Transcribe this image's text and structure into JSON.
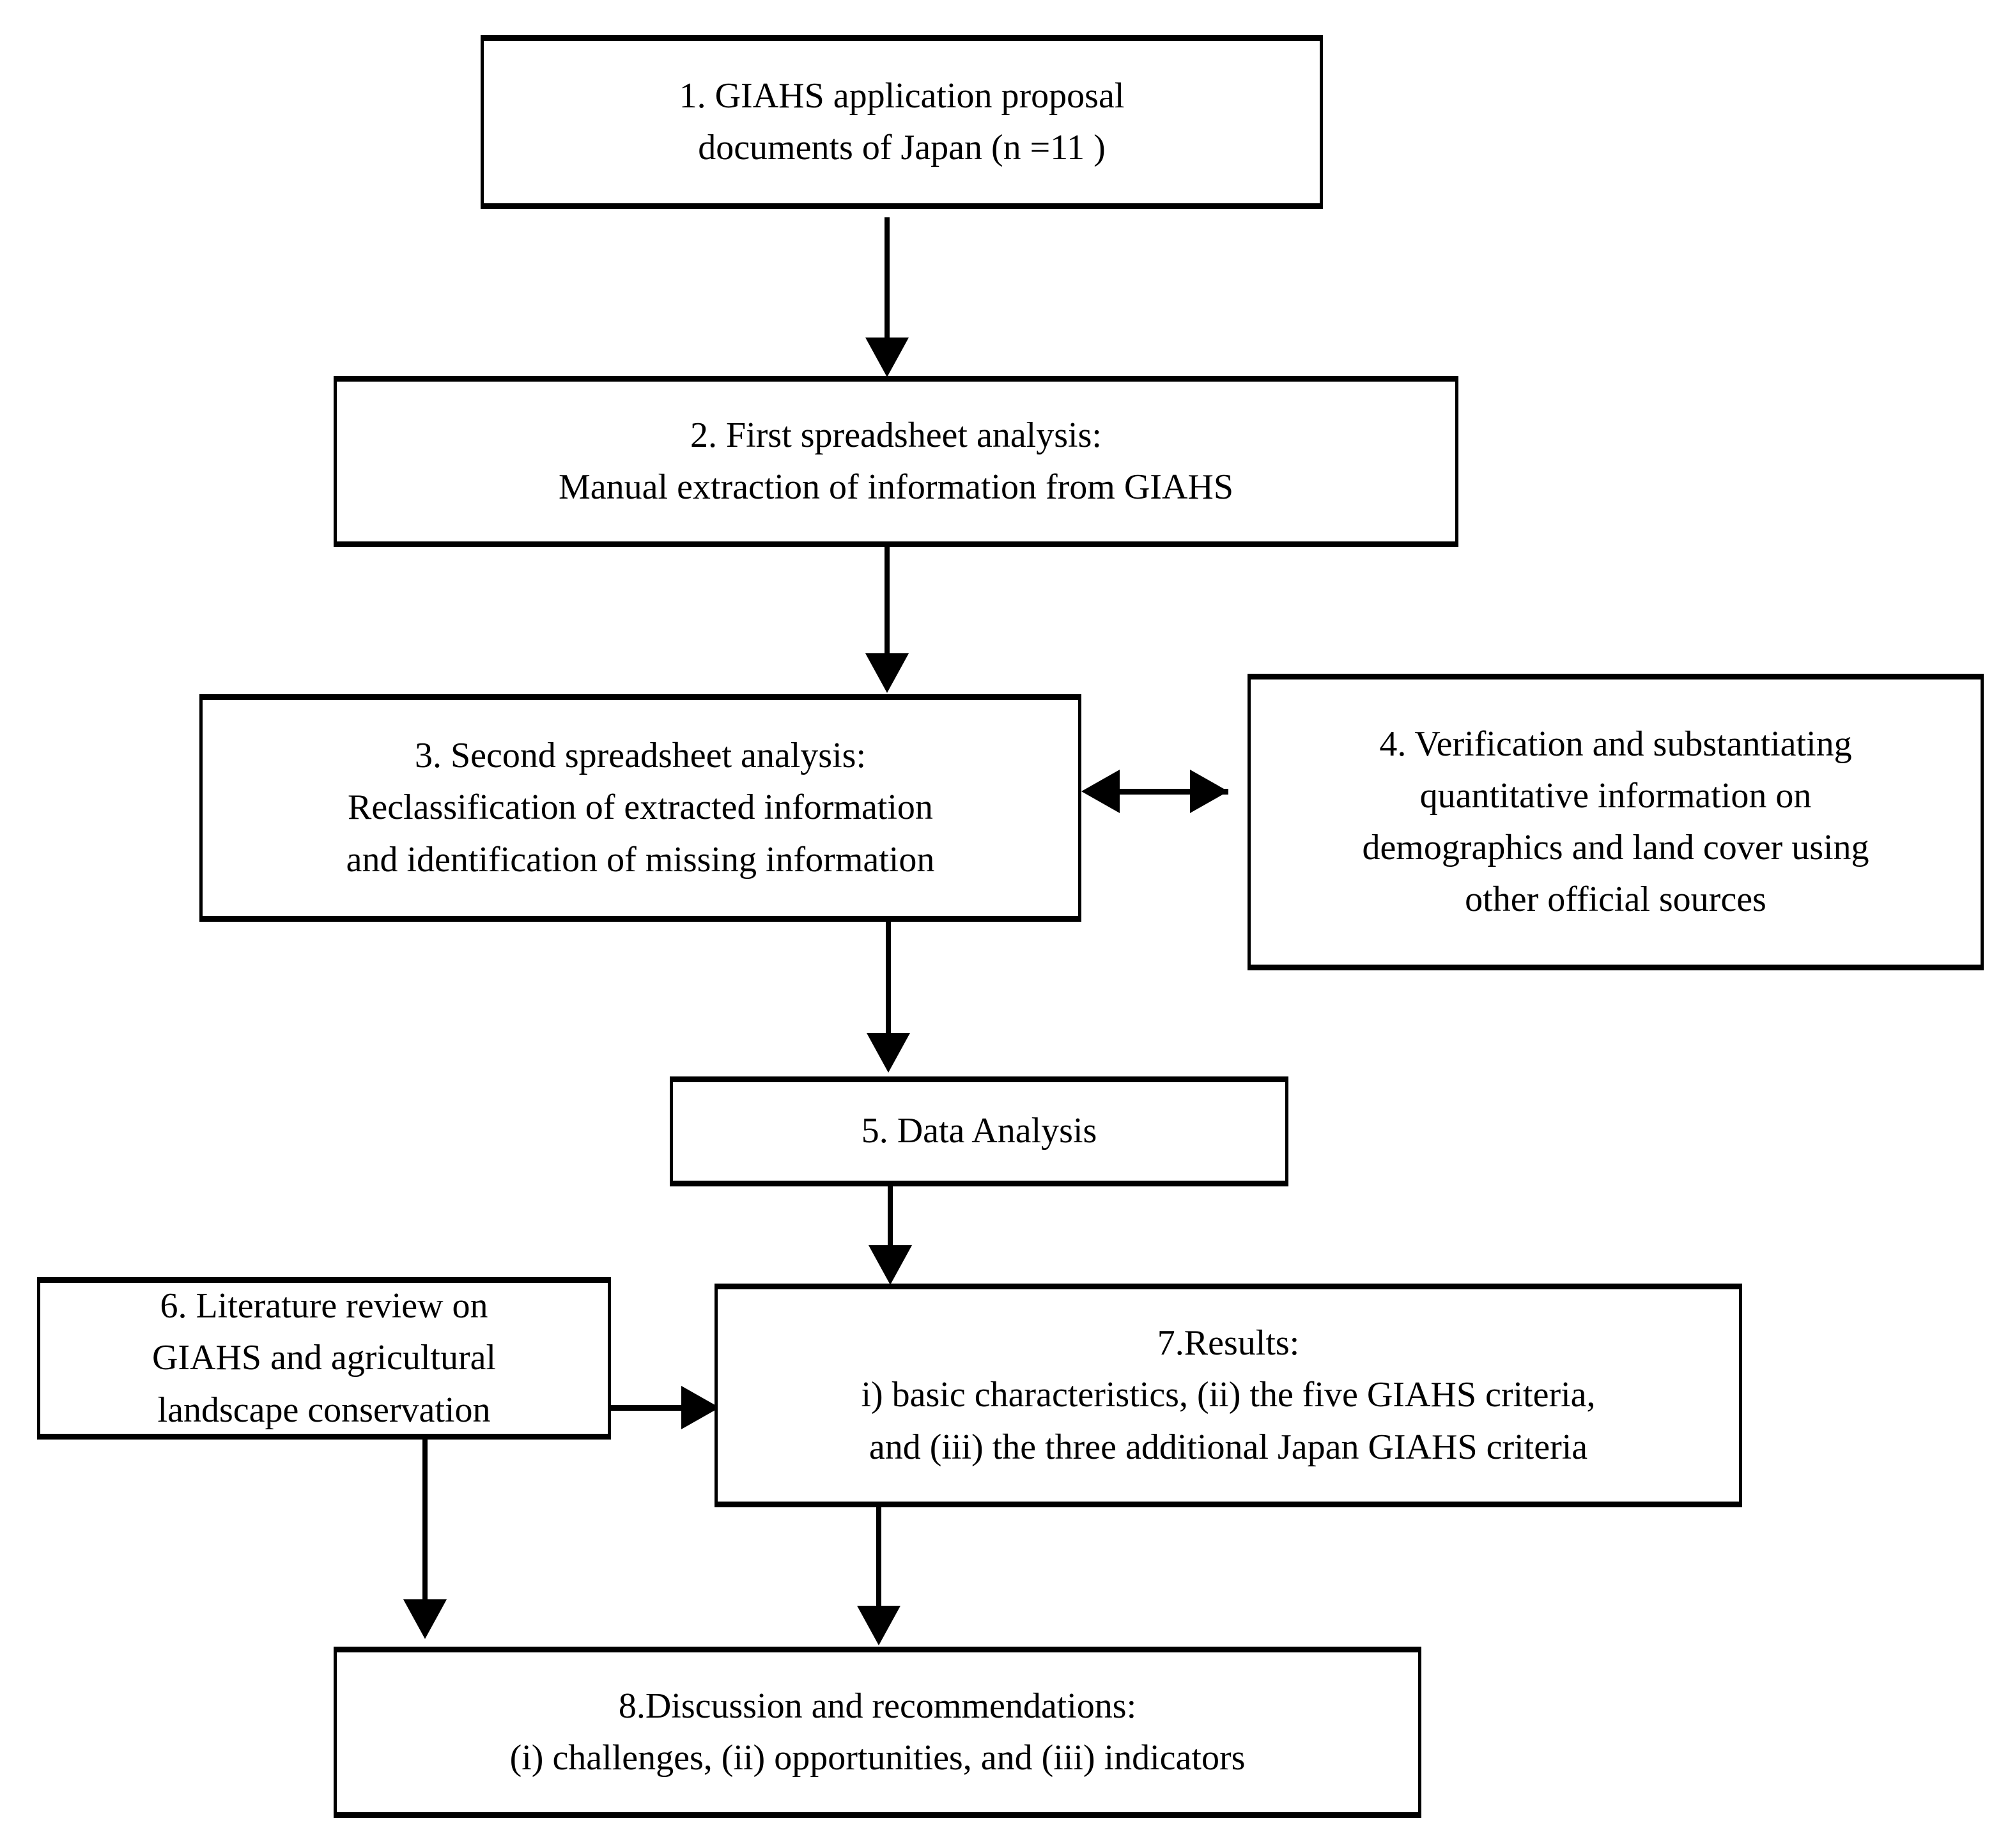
{
  "diagram": {
    "title": "GIAHS research methodology flowchart",
    "background_color": "#ffffff",
    "line_color": "#000000",
    "text_color": "#000000",
    "nodes": [
      {
        "id": "step-1",
        "number": "1.",
        "lines": [
          "1.   GIAHS application proposal",
          "documents of Japan (n =11 )"
        ]
      },
      {
        "id": "step-2",
        "number": "2.",
        "lines": [
          "2. First spreadsheet analysis:",
          "Manual extraction of information from GIAHS"
        ]
      },
      {
        "id": "step-3",
        "number": "3.",
        "lines": [
          "3. Second spreadsheet analysis:",
          "Reclassification of extracted information",
          "and identification of missing information"
        ]
      },
      {
        "id": "step-4",
        "number": "4.",
        "lines": [
          "4. Verification and substantiating",
          "quantitative information on",
          "demographics and land cover using",
          "other official sources"
        ]
      },
      {
        "id": "step-5",
        "number": "5.",
        "lines": [
          "5. Data Analysis"
        ]
      },
      {
        "id": "step-6",
        "number": "6.",
        "lines": [
          "6. Literature review on",
          "GIAHS and agricultural",
          "landscape conservation"
        ]
      },
      {
        "id": "step-7",
        "number": "7.",
        "lines": [
          "7.Results:",
          "i) basic characteristics, (ii) the five GIAHS criteria,",
          "and (iii) the three additional Japan GIAHS criteria"
        ]
      },
      {
        "id": "step-8",
        "number": "8.",
        "lines": [
          "8.Discussion and recommendations:",
          "(i) challenges, (ii) opportunities, and (iii) indicators"
        ]
      }
    ],
    "connectors": [
      {
        "id": "c1",
        "from": "step-1",
        "to": "step-2",
        "kind": "arrow-down"
      },
      {
        "id": "c2",
        "from": "step-2",
        "to": "step-3",
        "kind": "arrow-down"
      },
      {
        "id": "c3",
        "from": "step-3",
        "to": "step-4",
        "kind": "arrow-double-horizontal"
      },
      {
        "id": "c4",
        "from": "step-3",
        "to": "step-5",
        "kind": "arrow-down"
      },
      {
        "id": "c5",
        "from": "step-5",
        "to": "step-7",
        "kind": "arrow-down"
      },
      {
        "id": "c6",
        "from": "step-6",
        "to": "step-7",
        "kind": "arrow-right"
      },
      {
        "id": "c7",
        "from": "step-6",
        "to": "step-8",
        "kind": "arrow-down"
      },
      {
        "id": "c8",
        "from": "step-7",
        "to": "step-8",
        "kind": "arrow-down"
      }
    ]
  }
}
